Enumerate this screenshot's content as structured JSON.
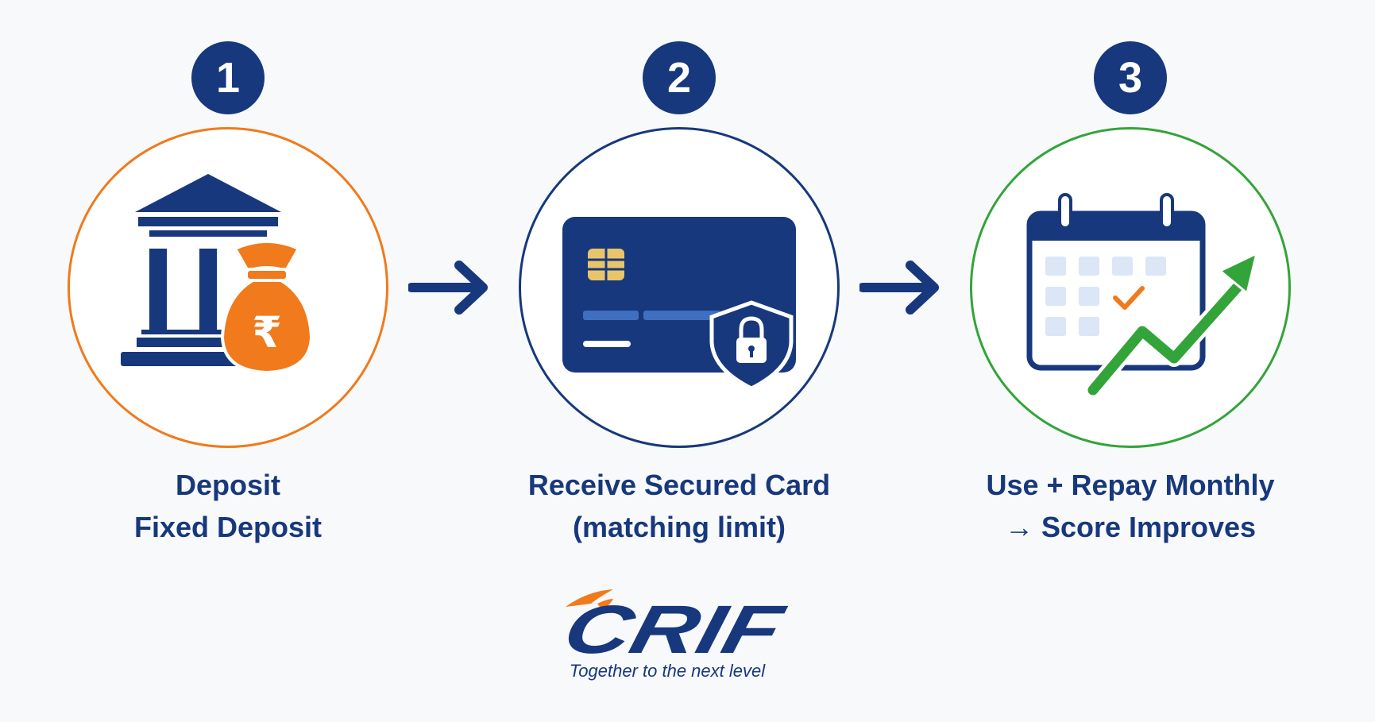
{
  "colors": {
    "navy": "#17387c",
    "orange": "#f07a1c",
    "green": "#33a43a",
    "light_blue": "#dbe6f6",
    "gold": "#e8c46a"
  },
  "steps": [
    {
      "number": "1",
      "lines": [
        "Deposit",
        "Fixed Deposit"
      ],
      "ring_color": "#f07a1c",
      "icons": [
        "bank-icon",
        "rupee-money-bag-icon"
      ],
      "currency_symbol": "₹"
    },
    {
      "number": "2",
      "lines": [
        "Receive Secured Card",
        "(matching limit)"
      ],
      "ring_color": "#17387c",
      "icons": [
        "credit-card-icon",
        "shield-lock-icon"
      ]
    },
    {
      "number": "3",
      "lines": [
        "Use + Repay Monthly",
        "→ Score Improves"
      ],
      "ring_color": "#33a43a",
      "icons": [
        "calendar-icon",
        "checkmark-icon",
        "growth-arrow-icon"
      ]
    }
  ],
  "connectors": [
    "arrow-right-icon",
    "arrow-right-icon"
  ],
  "brand": {
    "logo_text": "CRIF",
    "tagline": "Together to the next level"
  }
}
